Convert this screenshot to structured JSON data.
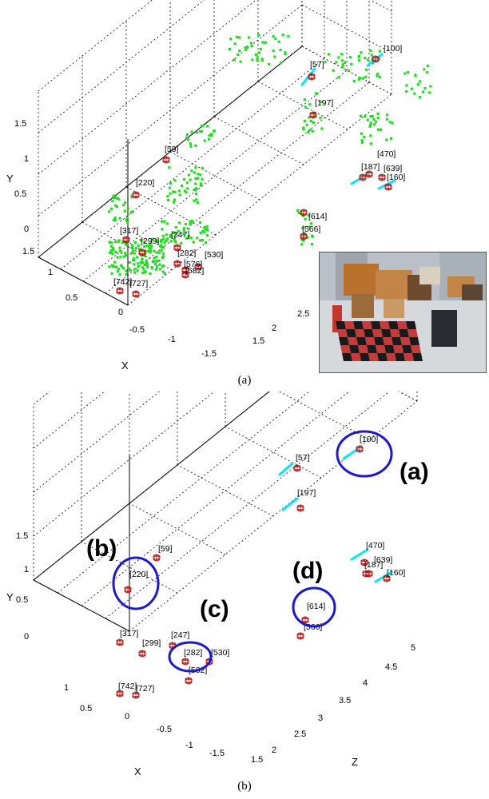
{
  "figure": {
    "panel_a_caption": "(a)",
    "panel_b_caption": "(b)",
    "callouts": [
      "(a)",
      "(b)",
      "(c)",
      "(d)"
    ]
  },
  "colors": {
    "map_points": "#22dd22",
    "feature": "#dd1111",
    "trajectory": "#00e5ff",
    "highlight": "#1a1acc",
    "grid": "#000000"
  },
  "chart_data": [
    {
      "type": "scatter",
      "dimensions": "3d",
      "axes": {
        "x_label": "X",
        "y_label": "Y",
        "z_label": ""
      },
      "ticks": {
        "x": [
          "1.5",
          "1",
          "0.5",
          "0",
          "-0.5",
          "-1",
          "-1.5"
        ],
        "y": [
          "0",
          "0.5",
          "1",
          "1.5"
        ],
        "z": [
          "1.5",
          "2",
          "2.5"
        ]
      },
      "grid": true,
      "labels": [
        {
          "id": "[100]",
          "x": 0.9,
          "y": 1.6,
          "z": 5.2
        },
        {
          "id": "[57]",
          "x": 0.4,
          "y": 1.4,
          "z": 4.6
        },
        {
          "id": "[197]",
          "x": 0.3,
          "y": 1.0,
          "z": 4.7
        },
        {
          "id": "[59]",
          "x": 1.0,
          "y": 1.0,
          "z": 2.3
        },
        {
          "id": "[220]",
          "x": 1.2,
          "y": 0.7,
          "z": 2.0
        },
        {
          "id": "[470]",
          "x": -0.3,
          "y": 0.9,
          "z": 5.0
        },
        {
          "id": "[187]",
          "x": -0.5,
          "y": 0.7,
          "z": 4.8
        },
        {
          "id": "[639]",
          "x": -0.6,
          "y": 0.7,
          "z": 5.0
        },
        {
          "id": "[160]",
          "x": -0.7,
          "y": 0.6,
          "z": 5.1
        },
        {
          "id": "[614]",
          "x": -0.2,
          "y": 0.4,
          "z": 3.6
        },
        {
          "id": "[566]",
          "x": -0.3,
          "y": 0.2,
          "z": 3.6
        },
        {
          "id": "[317]",
          "x": 1.1,
          "y": 0.1,
          "z": 1.9
        },
        {
          "id": "[299]",
          "x": 0.9,
          "y": 0.1,
          "z": 2.0
        },
        {
          "id": "[247]",
          "x": 0.5,
          "y": 0.2,
          "z": 2.1
        },
        {
          "id": "[282]",
          "x": 0.3,
          "y": 0.1,
          "z": 2.0
        },
        {
          "id": "[530]",
          "x": 0.1,
          "y": 0.1,
          "z": 2.1
        },
        {
          "id": "[576]",
          "x": 0.1,
          "y": 0.0,
          "z": 2.0
        },
        {
          "id": "[582]",
          "x": 0.2,
          "y": -0.1,
          "z": 2.0
        },
        {
          "id": "[742]",
          "x": 0.7,
          "y": 0.0,
          "z": 1.5
        },
        {
          "id": "[727]",
          "x": 0.5,
          "y": 0.0,
          "z": 1.5
        }
      ]
    },
    {
      "type": "scatter",
      "dimensions": "3d",
      "axes": {
        "x_label": "X",
        "y_label": "Y",
        "z_label": "Z"
      },
      "ticks": {
        "x": [
          "1",
          "0.5",
          "0",
          "-0.5",
          "-1",
          "-1.5"
        ],
        "y": [
          "0",
          "0.5",
          "1",
          "1.5"
        ],
        "z": [
          "1.5",
          "2",
          "2.5",
          "3",
          "3.5",
          "4",
          "4.5",
          "5"
        ]
      },
      "grid": true,
      "labels": [
        {
          "id": "[100]",
          "x": 0.9,
          "y": 1.6,
          "z": 5.2
        },
        {
          "id": "[57]",
          "x": 0.4,
          "y": 1.4,
          "z": 4.6
        },
        {
          "id": "[197]",
          "x": 0.3,
          "y": 1.0,
          "z": 4.7
        },
        {
          "id": "[59]",
          "x": 1.0,
          "y": 1.0,
          "z": 2.3
        },
        {
          "id": "[220]",
          "x": 1.2,
          "y": 0.7,
          "z": 2.0
        },
        {
          "id": "[470]",
          "x": -0.3,
          "y": 0.9,
          "z": 5.0
        },
        {
          "id": "[639]",
          "x": -0.6,
          "y": 0.7,
          "z": 5.0
        },
        {
          "id": "[187]",
          "x": -0.5,
          "y": 0.7,
          "z": 4.8
        },
        {
          "id": "[160]",
          "x": -0.7,
          "y": 0.6,
          "z": 5.1
        },
        {
          "id": "[614]",
          "x": -0.2,
          "y": 0.4,
          "z": 3.6
        },
        {
          "id": "[566]",
          "x": -0.3,
          "y": 0.2,
          "z": 3.6
        },
        {
          "id": "[317]",
          "x": 1.1,
          "y": 0.1,
          "z": 1.9
        },
        {
          "id": "[299]",
          "x": 0.9,
          "y": 0.1,
          "z": 2.0
        },
        {
          "id": "[247]",
          "x": 0.5,
          "y": 0.2,
          "z": 2.1
        },
        {
          "id": "[282]",
          "x": 0.3,
          "y": 0.1,
          "z": 2.0
        },
        {
          "id": "[530]",
          "x": 0.1,
          "y": 0.1,
          "z": 2.1
        },
        {
          "id": "[582]",
          "x": 0.2,
          "y": -0.1,
          "z": 2.0
        },
        {
          "id": "[742]",
          "x": 0.7,
          "y": 0.0,
          "z": 1.5
        },
        {
          "id": "[727]",
          "x": 0.5,
          "y": 0.0,
          "z": 1.5
        }
      ]
    }
  ]
}
